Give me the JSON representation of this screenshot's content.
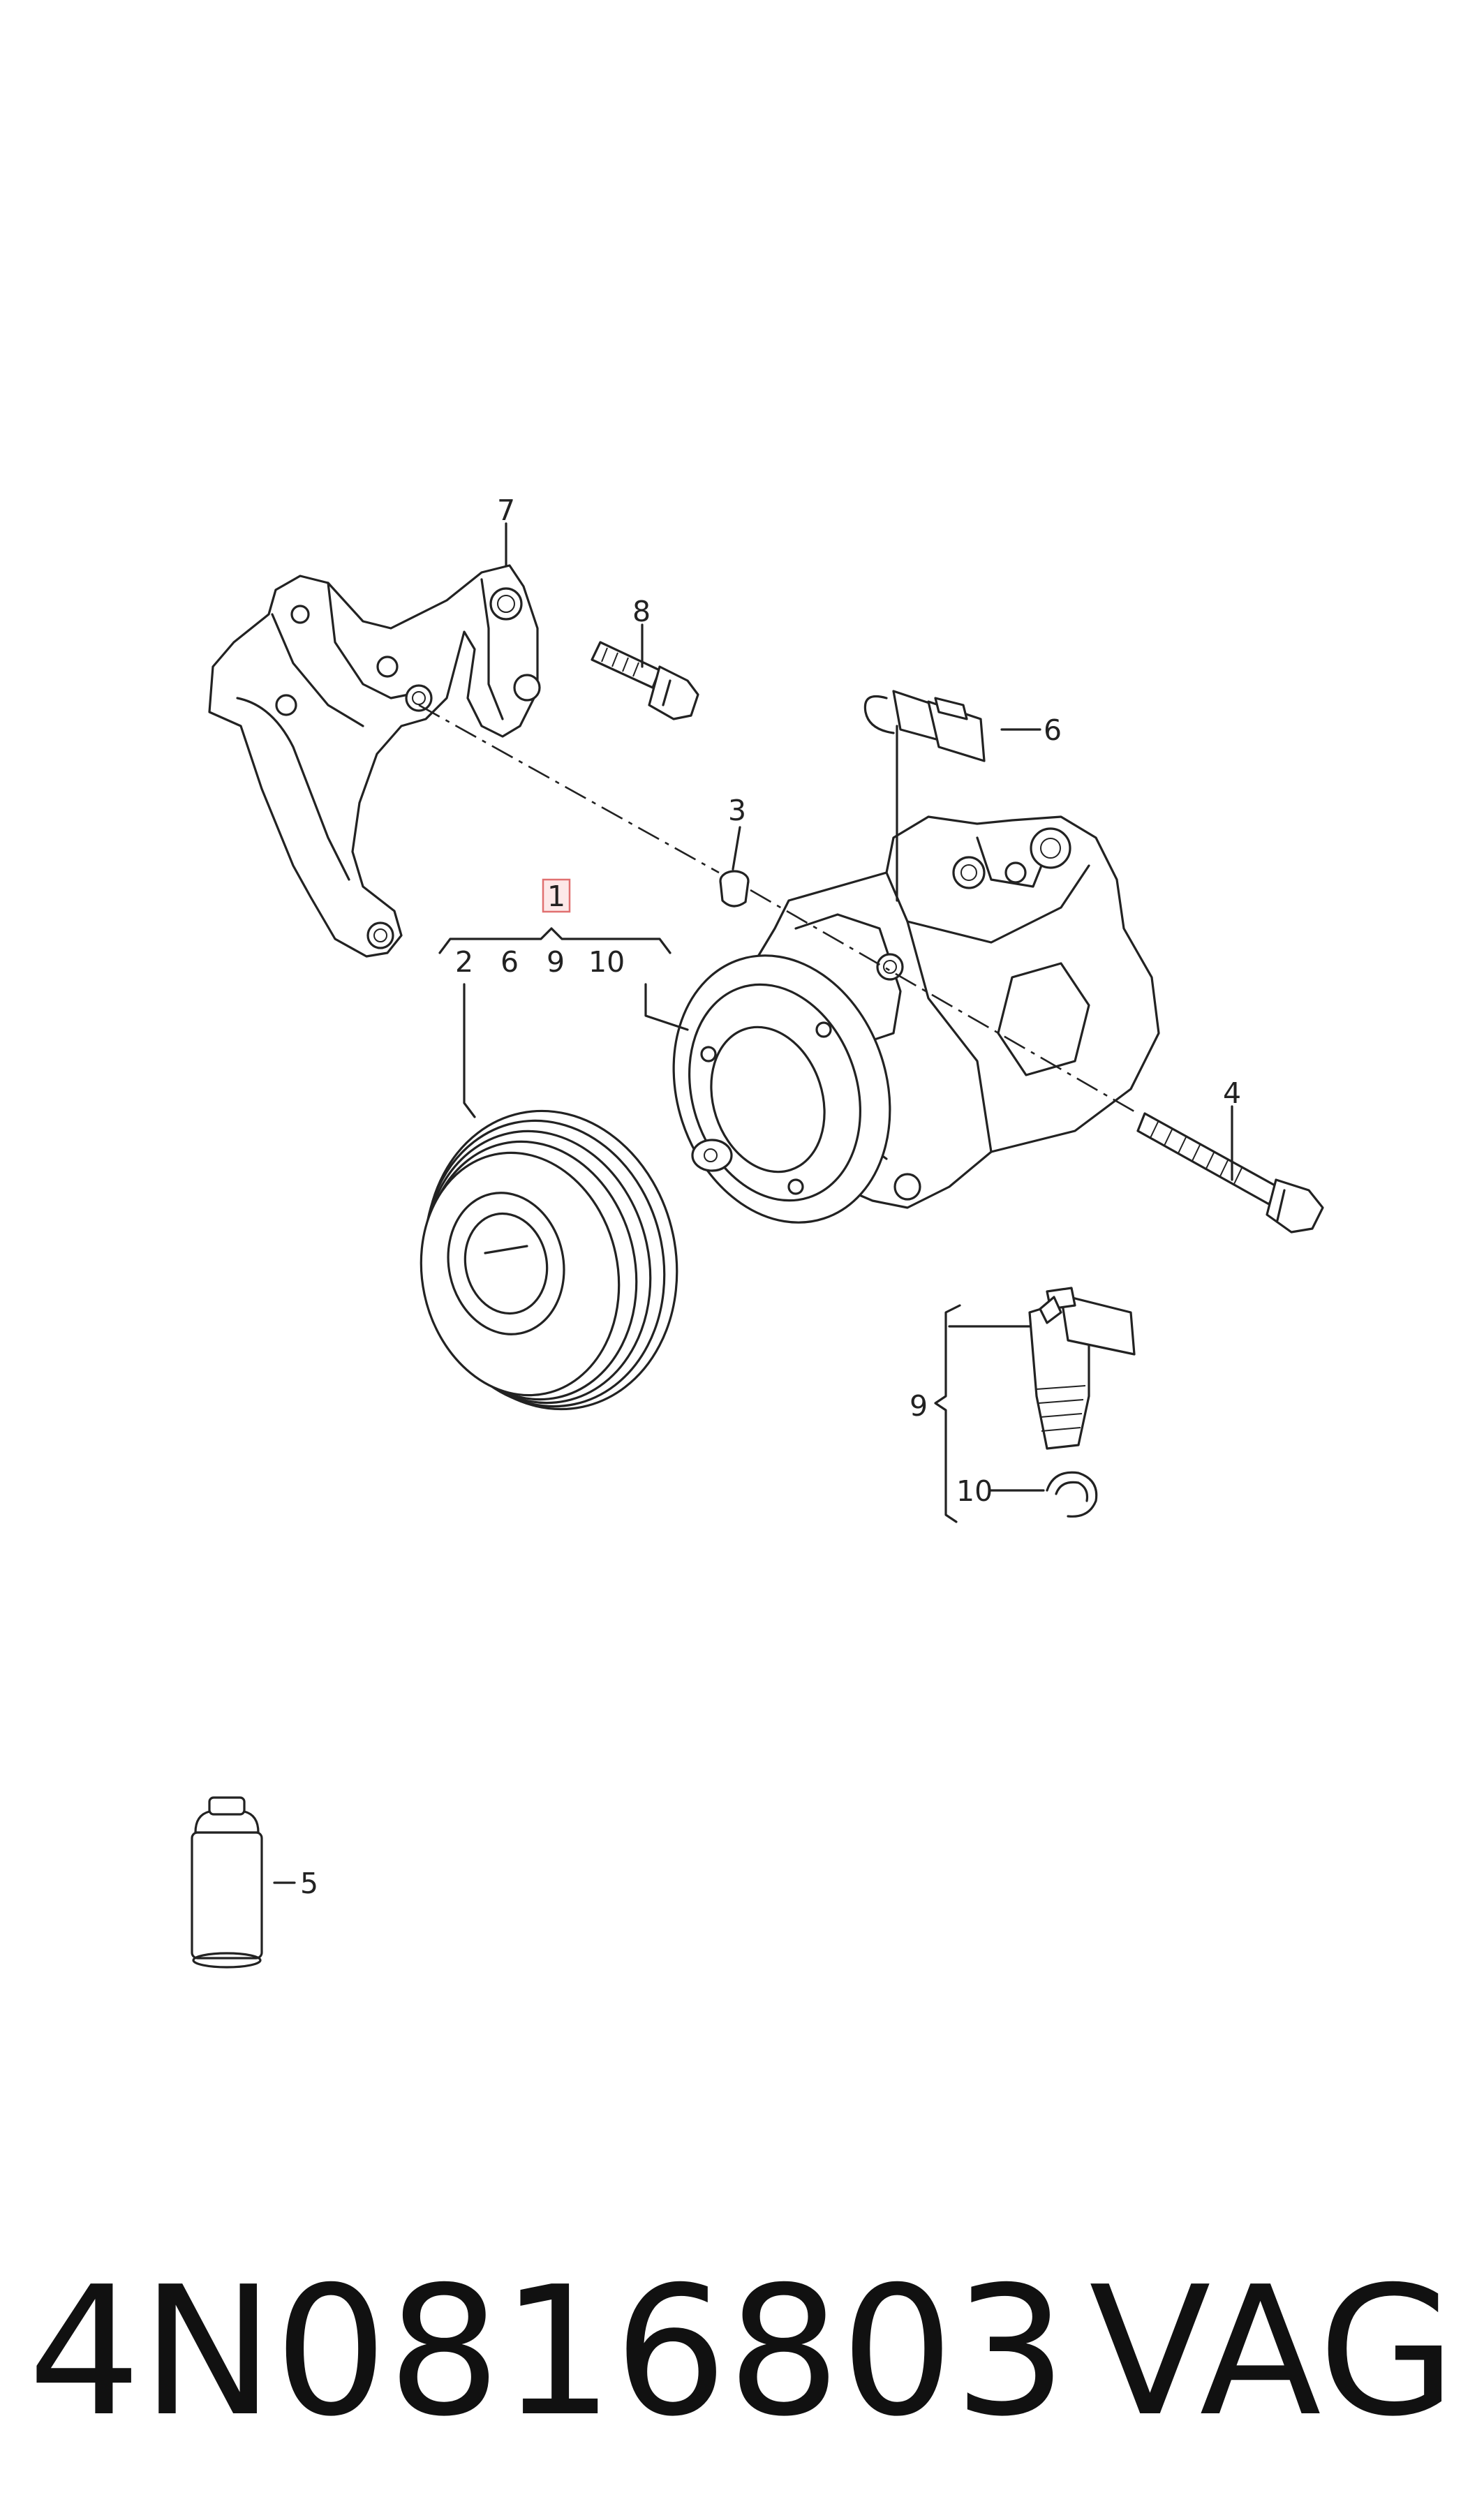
{
  "diagram": {
    "callouts": {
      "c1": "1",
      "c2": "2",
      "c3": "3",
      "c4": "4",
      "c5": "5",
      "c6": "6",
      "c7": "7",
      "c8": "8",
      "c9": "9",
      "c10": "10"
    },
    "group_under_1": [
      "2",
      "6",
      "9",
      "10"
    ],
    "highlight_color": "#e07070"
  },
  "footer": {
    "part_number": "4N0816803",
    "brand": "VAG"
  }
}
